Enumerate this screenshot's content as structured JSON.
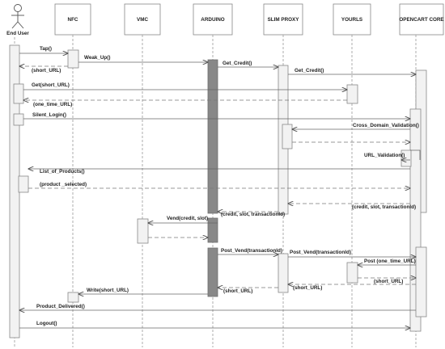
{
  "participants": {
    "end_user": "End User",
    "nfc": "NFC",
    "vmc": "VMC",
    "arduino": "ARDUINO",
    "slim_proxy": "SLIM PROXY",
    "yourls": "YOURLS",
    "opencart": "OPENCART CORE"
  },
  "messages": {
    "m01": "Tap()",
    "m02": "Weak_Up()",
    "m03": "(short_URL)",
    "m04": "Get_Credit()",
    "m05": "Get_Credit()",
    "m06": "Get(short_URL)",
    "m07": "(one_time_URL)",
    "m08": "Silent_Login()",
    "m09": "Cross_Domain_Validation()",
    "m10": "URL_Validation()",
    "m11": "List_of_Products()",
    "m12": "(product _selected)",
    "m13": "(credit, slot, transactionId)",
    "m14": "(credit, slot, transactionId)",
    "m15": "Vend(credit, slot)",
    "m16": "Post_Vend(transactionId)",
    "m17": "Post_Vend(transactionId)",
    "m18": "Post (one_time_URL)",
    "m19": "(short_URL)",
    "m20": "(short_URL)",
    "m21": "(short_URL)",
    "m22": "Write(short_URL)",
    "m23": "Product_Delivered()",
    "m24": "Logout()"
  }
}
